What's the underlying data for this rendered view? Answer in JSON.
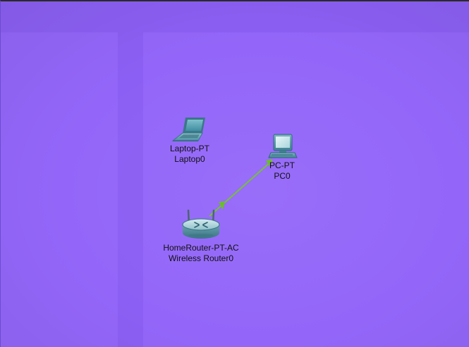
{
  "workspace": {
    "background": "#9366f9",
    "band_color": "#8b5ff3"
  },
  "devices": {
    "laptop": {
      "icon": "laptop-icon",
      "model": "Laptop-PT",
      "name": "Laptop0"
    },
    "pc": {
      "icon": "desktop-pc-icon",
      "model": "PC-PT",
      "name": "PC0"
    },
    "router": {
      "icon": "wireless-router-icon",
      "model": "HomeRouter-PT-AC",
      "name": "Wireless Router0"
    }
  },
  "links": [
    {
      "from": "PC0",
      "to": "Wireless Router0",
      "type": "copper-straight-through",
      "color": "#74c234",
      "status": "up"
    }
  ]
}
